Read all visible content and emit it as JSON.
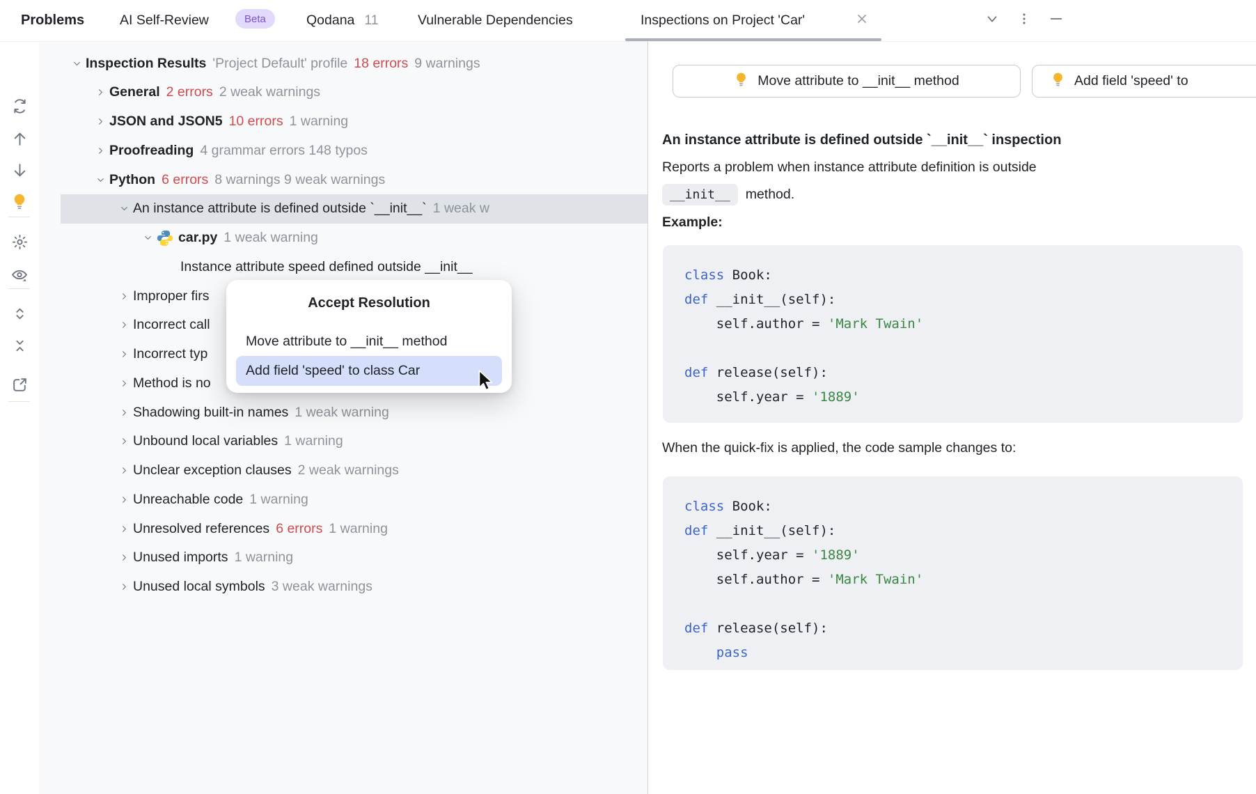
{
  "colors": {
    "selection_blue": "#d5dffc",
    "tree_selected_gray": "#dfe2e7",
    "error_red": "#cf4b4e",
    "muted_gray": "#8e939b",
    "keyword_blue": "#3b66c8",
    "string_green": "#398743",
    "bulb_yellow": "#f5b62e",
    "beta_bg": "#e3d9fb",
    "beta_text": "#7a52d6",
    "code_bg": "#eef0f4"
  },
  "tabbar": {
    "title": "Problems",
    "tabs": [
      {
        "label": "AI Self-Review",
        "badge": "Beta"
      },
      {
        "label": "Qodana",
        "count": "11"
      },
      {
        "label": "Vulnerable Dependencies"
      },
      {
        "label": "Inspections on Project 'Car'",
        "active": true,
        "close": "✕"
      }
    ],
    "window_icons": [
      "chevron-down",
      "more-vertical",
      "minimize"
    ]
  },
  "toolbar": {
    "icons": [
      "rerun-inspections",
      "previous-problem",
      "next-problem",
      "quick-fixes",
      "settings",
      "view-options",
      "expand-all",
      "collapse-all",
      "open-in-new-window"
    ]
  },
  "tree": {
    "rows": [
      {
        "indent": 0,
        "chevron": "down",
        "segments": [
          {
            "t": "Inspection Results",
            "s": "bold"
          },
          {
            "t": "'Project Default' profile",
            "s": "muted"
          },
          {
            "t": "18 errors",
            "s": "error"
          },
          {
            "t": "9 warnings",
            "s": "muted"
          }
        ]
      },
      {
        "indent": 1,
        "chevron": "right",
        "segments": [
          {
            "t": "General",
            "s": "bold"
          },
          {
            "t": "2 errors",
            "s": "error"
          },
          {
            "t": "2 weak warnings",
            "s": "muted"
          }
        ]
      },
      {
        "indent": 1,
        "chevron": "right",
        "segments": [
          {
            "t": "JSON and JSON5",
            "s": "bold"
          },
          {
            "t": "10 errors",
            "s": "error"
          },
          {
            "t": "1 warning",
            "s": "muted"
          }
        ]
      },
      {
        "indent": 1,
        "chevron": "right",
        "segments": [
          {
            "t": "Proofreading",
            "s": "bold"
          },
          {
            "t": "4 grammar errors 148 typos",
            "s": "muted"
          }
        ]
      },
      {
        "indent": 1,
        "chevron": "down",
        "segments": [
          {
            "t": "Python",
            "s": "bold"
          },
          {
            "t": "6 errors",
            "s": "error"
          },
          {
            "t": "8 warnings 9 weak warnings",
            "s": "muted"
          }
        ]
      },
      {
        "indent": 2,
        "chevron": "down",
        "selected": true,
        "segments": [
          {
            "t": "An instance attribute is defined outside `__init__`",
            "s": "plain"
          },
          {
            "t": "1 weak w",
            "s": "muted"
          }
        ]
      },
      {
        "indent": 3,
        "chevron": "down",
        "icon": "python",
        "segments": [
          {
            "t": "car.py",
            "s": "bold"
          },
          {
            "t": "1 weak warning",
            "s": "muted"
          }
        ]
      },
      {
        "indent": 4,
        "chevron": null,
        "segments": [
          {
            "t": "Instance attribute speed defined outside __init__",
            "s": "plain"
          }
        ]
      },
      {
        "indent": 2,
        "chevron": "right",
        "segments": [
          {
            "t": "Improper firs",
            "s": "plain"
          }
        ]
      },
      {
        "indent": 2,
        "chevron": "right",
        "segments": [
          {
            "t": "Incorrect call",
            "s": "plain"
          }
        ]
      },
      {
        "indent": 2,
        "chevron": "right",
        "segments": [
          {
            "t": "Incorrect typ",
            "s": "plain"
          }
        ]
      },
      {
        "indent": 2,
        "chevron": "right",
        "segments": [
          {
            "t": "Method is no",
            "s": "plain"
          }
        ]
      },
      {
        "indent": 2,
        "chevron": "right",
        "segments": [
          {
            "t": "Shadowing built-in names",
            "s": "plain"
          },
          {
            "t": "1 weak warning",
            "s": "muted"
          }
        ]
      },
      {
        "indent": 2,
        "chevron": "right",
        "segments": [
          {
            "t": "Unbound local variables",
            "s": "plain"
          },
          {
            "t": "1 warning",
            "s": "muted"
          }
        ]
      },
      {
        "indent": 2,
        "chevron": "right",
        "segments": [
          {
            "t": "Unclear exception clauses",
            "s": "plain"
          },
          {
            "t": "2 weak warnings",
            "s": "muted"
          }
        ]
      },
      {
        "indent": 2,
        "chevron": "right",
        "segments": [
          {
            "t": "Unreachable code",
            "s": "plain"
          },
          {
            "t": "1 warning",
            "s": "muted"
          }
        ]
      },
      {
        "indent": 2,
        "chevron": "right",
        "segments": [
          {
            "t": "Unresolved references",
            "s": "plain"
          },
          {
            "t": "6 errors",
            "s": "error"
          },
          {
            "t": "1 warning",
            "s": "muted"
          }
        ]
      },
      {
        "indent": 2,
        "chevron": "right",
        "segments": [
          {
            "t": "Unused imports",
            "s": "plain"
          },
          {
            "t": "1 warning",
            "s": "muted"
          }
        ]
      },
      {
        "indent": 2,
        "chevron": "right",
        "segments": [
          {
            "t": "Unused local symbols",
            "s": "plain"
          },
          {
            "t": "3 weak warnings",
            "s": "muted"
          }
        ]
      }
    ]
  },
  "popup": {
    "title": "Accept Resolution",
    "items": [
      {
        "label": "Move attribute to __init__ method",
        "selected": false
      },
      {
        "label": "Add field 'speed' to class Car",
        "selected": true
      }
    ]
  },
  "details": {
    "actions": [
      {
        "label": "Move attribute to __init__ method"
      },
      {
        "label": "Add field 'speed' to"
      }
    ],
    "heading": "An instance attribute is defined outside `__init__` inspection",
    "description": {
      "before": "Reports a problem when instance attribute definition is outside",
      "code": "__init__",
      "after": "method."
    },
    "example_label": "Example:",
    "quickfix_note": "When the quick-fix is applied, the code sample changes to:",
    "code_before": {
      "lines": [
        [
          {
            "t": "class ",
            "c": "k"
          },
          {
            "t": "Book:",
            "c": "p"
          }
        ],
        [
          {
            "t": "def ",
            "c": "k"
          },
          {
            "t": "__init__(self):",
            "c": "p"
          }
        ],
        [
          {
            "t": "    self.author = ",
            "c": "p"
          },
          {
            "t": "'Mark Twain'",
            "c": "s"
          }
        ],
        [],
        [
          {
            "t": "def ",
            "c": "k"
          },
          {
            "t": "release(self):",
            "c": "p"
          }
        ],
        [
          {
            "t": "    self.year = ",
            "c": "p"
          },
          {
            "t": "'1889'",
            "c": "s"
          }
        ]
      ]
    },
    "code_after": {
      "lines": [
        [
          {
            "t": "class ",
            "c": "k"
          },
          {
            "t": "Book:",
            "c": "p"
          }
        ],
        [
          {
            "t": "def ",
            "c": "k"
          },
          {
            "t": "__init__(self):",
            "c": "p"
          }
        ],
        [
          {
            "t": "    self.year = ",
            "c": "p"
          },
          {
            "t": "'1889'",
            "c": "s"
          }
        ],
        [
          {
            "t": "    self.author = ",
            "c": "p"
          },
          {
            "t": "'Mark Twain'",
            "c": "s"
          }
        ],
        [],
        [
          {
            "t": "def ",
            "c": "k"
          },
          {
            "t": "release(self):",
            "c": "p"
          }
        ],
        [
          {
            "t": "    ",
            "c": "p"
          },
          {
            "t": "pass",
            "c": "k"
          }
        ]
      ]
    }
  }
}
